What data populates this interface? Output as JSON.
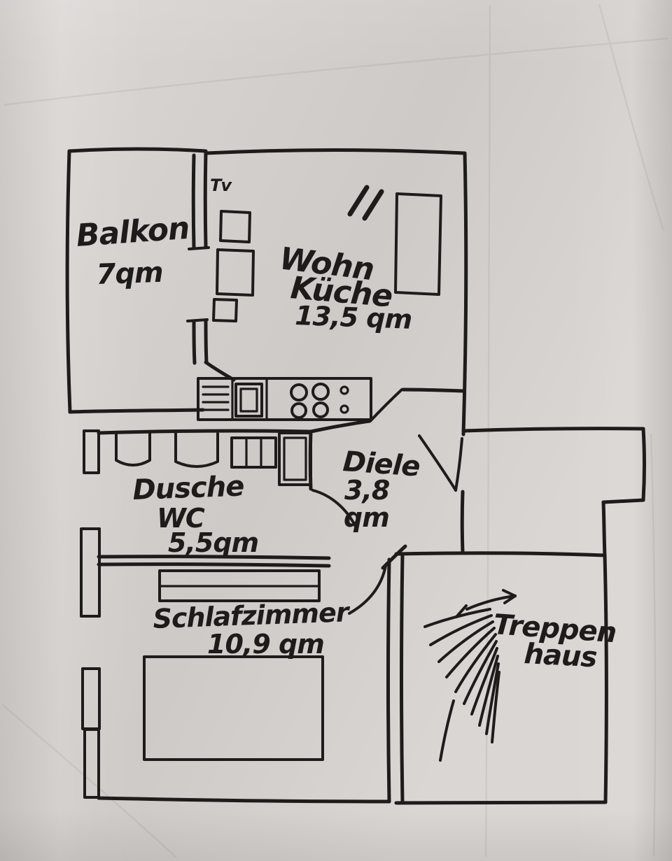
{
  "colors": {
    "ink": "#1e1c1a",
    "paper": "#d7d3d0",
    "crease": "#8a8680"
  },
  "rooms": [
    {
      "id": "balkon",
      "name": "Balkon",
      "area": "7qm",
      "area_qm": 7
    },
    {
      "id": "wohnkueche",
      "name": "Wohnküche",
      "name_line1": "Wohn",
      "name_line2": "Küche",
      "area": "13,5 qm",
      "area_qm": 13.5
    },
    {
      "id": "dusche-wc",
      "name": "Dusche WC",
      "name_line1": "Dusche",
      "name_line2": "WC",
      "area": "5,5qm",
      "area_qm": 5.5
    },
    {
      "id": "diele",
      "name": "Diele",
      "area_value": "3,8",
      "area_unit": "qm",
      "area_qm": 3.8
    },
    {
      "id": "schlafzimmer",
      "name": "Schlafzimmer",
      "area": "10,9 qm",
      "area_qm": 10.9
    },
    {
      "id": "treppenhaus",
      "name": "Treppenhaus",
      "name_line1": "Treppen",
      "name_line2": "haus"
    }
  ],
  "annotations": {
    "tv": "Tv"
  },
  "fixtures": {
    "kitchen": [
      "vent-grill",
      "sink",
      "stove-burners",
      "counter"
    ],
    "bathroom": [
      "washbasin",
      "toilet",
      "washer",
      "shower"
    ],
    "bedroom": [
      "wardrobe",
      "bed"
    ],
    "livingroom": [
      "tv-screen",
      "tv-stand",
      "cupboard",
      "window-marks"
    ],
    "stairwell": [
      "stair-steps",
      "up-arrow"
    ]
  }
}
